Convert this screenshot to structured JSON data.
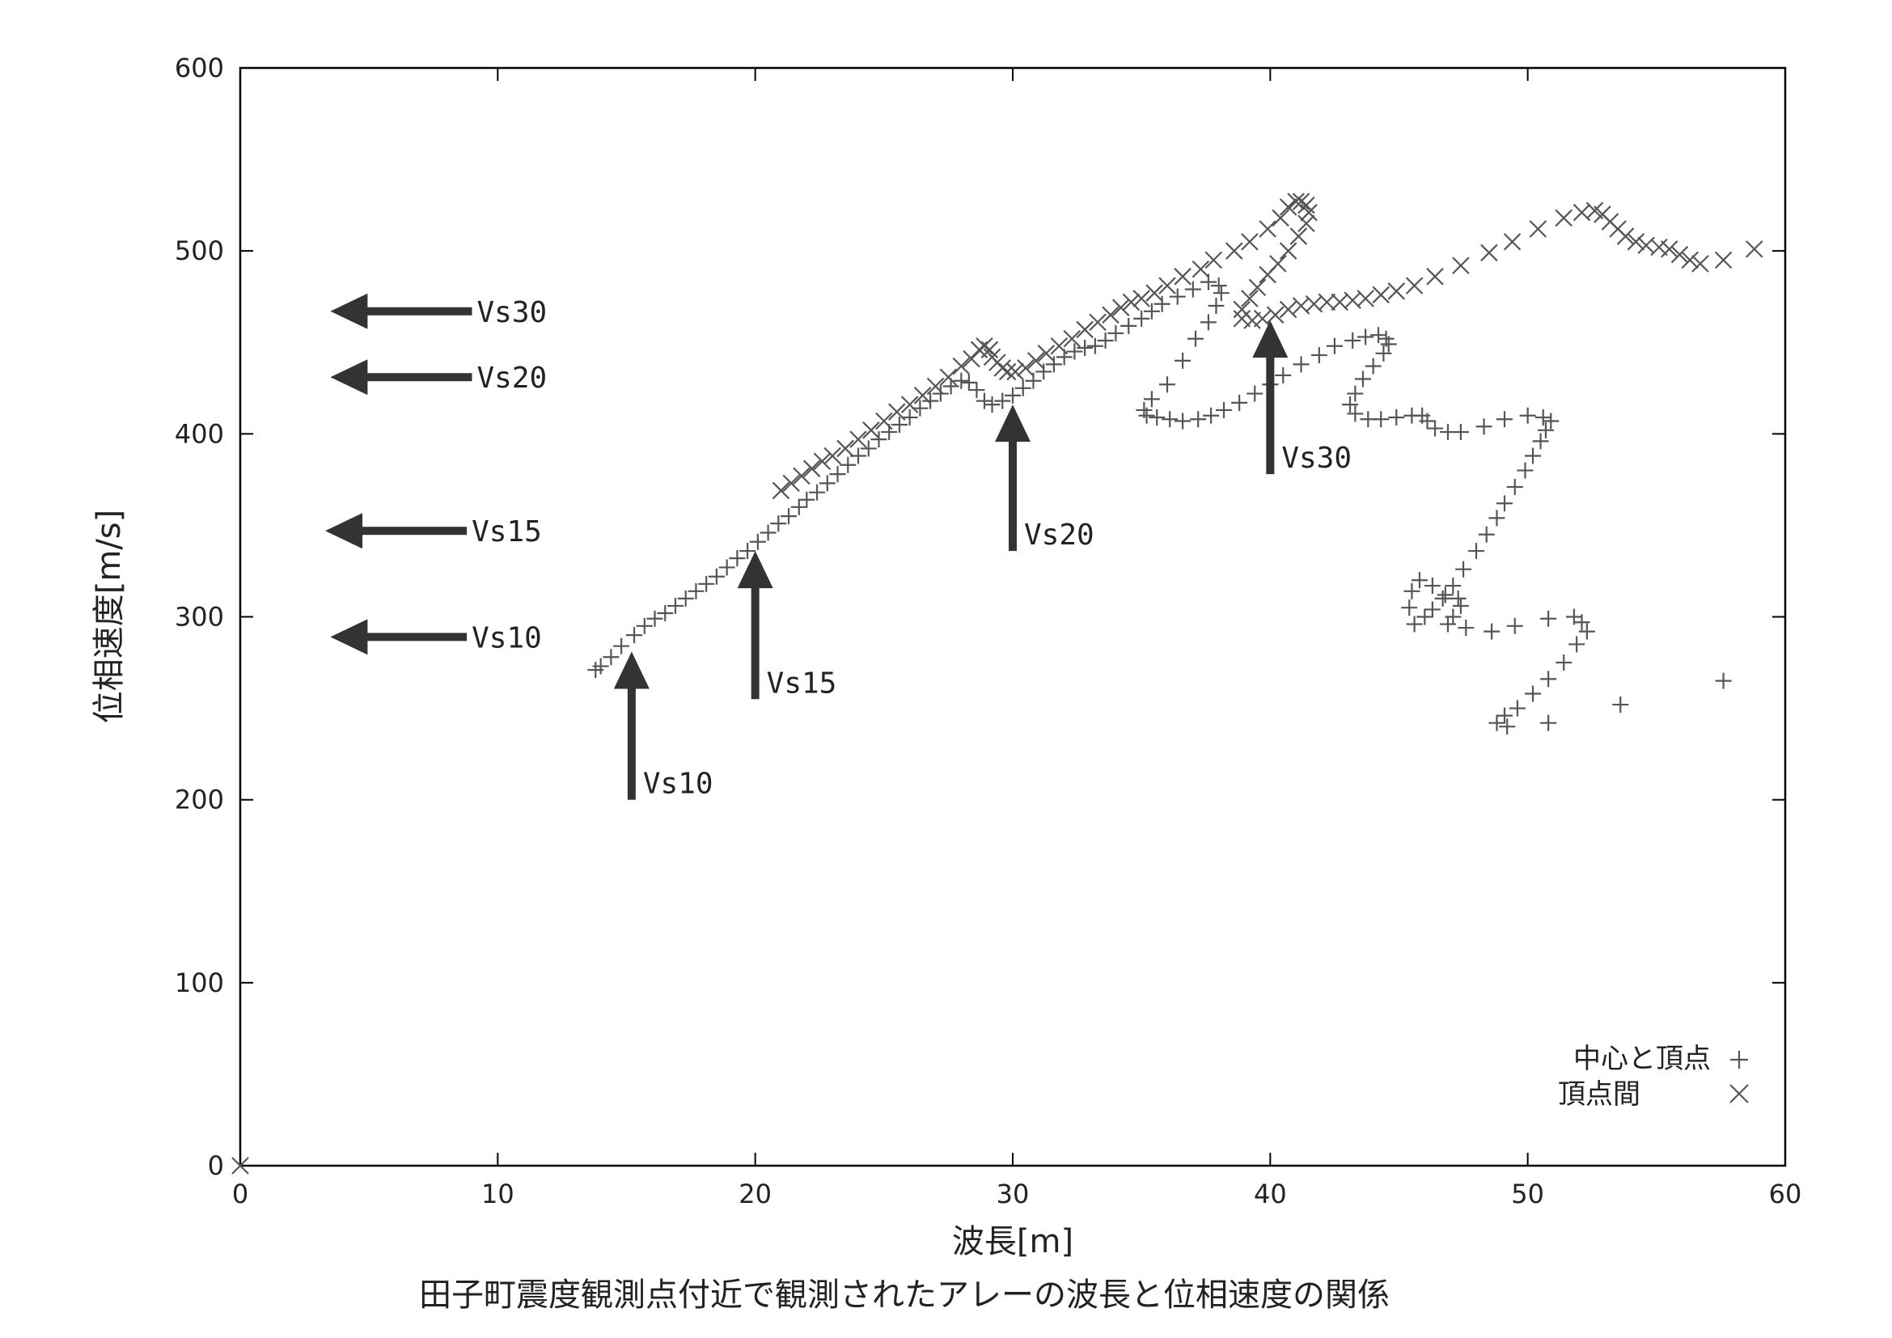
{
  "chart_data": {
    "type": "scatter",
    "title": "",
    "caption": "田子町震度観測点付近で観測されたアレーの波長と位相速度の関係",
    "xlabel": "波長[m]",
    "ylabel": "位相速度[m/s]",
    "xlim": [
      0,
      60
    ],
    "ylim": [
      0,
      600
    ],
    "xticks": [
      0,
      10,
      20,
      30,
      40,
      50,
      60
    ],
    "yticks": [
      0,
      100,
      200,
      300,
      400,
      500,
      600
    ],
    "xtick_labels": [
      "0",
      "10",
      "20",
      "30",
      "40",
      "50",
      "60"
    ],
    "ytick_labels": [
      "0",
      "100",
      "200",
      "300",
      "400",
      "500",
      "600"
    ],
    "grid": false,
    "legend_position": "bottom-right",
    "colors": {
      "axis": "#000000",
      "marker": "#555555",
      "arrow": "#333333"
    },
    "series": [
      {
        "name": "中心と頂点",
        "marker": "plus",
        "points": [
          [
            13.8,
            271
          ],
          [
            14.0,
            273
          ],
          [
            14.4,
            278
          ],
          [
            14.8,
            284
          ],
          [
            15.3,
            290
          ],
          [
            15.7,
            295
          ],
          [
            16.1,
            299
          ],
          [
            16.5,
            302
          ],
          [
            16.9,
            306
          ],
          [
            17.3,
            310
          ],
          [
            17.7,
            314
          ],
          [
            18.1,
            318
          ],
          [
            18.5,
            322
          ],
          [
            18.9,
            327
          ],
          [
            19.3,
            332
          ],
          [
            19.7,
            336
          ],
          [
            20.1,
            341
          ],
          [
            20.5,
            346
          ],
          [
            20.9,
            351
          ],
          [
            21.3,
            355
          ],
          [
            21.7,
            360
          ],
          [
            22.0,
            364
          ],
          [
            22.4,
            368
          ],
          [
            22.8,
            373
          ],
          [
            23.2,
            378
          ],
          [
            23.6,
            383
          ],
          [
            24.0,
            388
          ],
          [
            24.4,
            392
          ],
          [
            24.8,
            397
          ],
          [
            25.2,
            401
          ],
          [
            25.6,
            405
          ],
          [
            26.0,
            409
          ],
          [
            26.4,
            414
          ],
          [
            26.8,
            418
          ],
          [
            27.2,
            422
          ],
          [
            27.6,
            426
          ],
          [
            28.0,
            429
          ],
          [
            28.3,
            428
          ],
          [
            28.6,
            424
          ],
          [
            28.9,
            418
          ],
          [
            29.2,
            416
          ],
          [
            29.6,
            418
          ],
          [
            30.0,
            421
          ],
          [
            30.4,
            425
          ],
          [
            30.8,
            429
          ],
          [
            31.2,
            434
          ],
          [
            31.6,
            438
          ],
          [
            32.0,
            442
          ],
          [
            32.4,
            445
          ],
          [
            32.8,
            447
          ],
          [
            33.2,
            448
          ],
          [
            33.6,
            451
          ],
          [
            34.0,
            455
          ],
          [
            34.5,
            459
          ],
          [
            35.0,
            463
          ],
          [
            35.4,
            467
          ],
          [
            35.8,
            471
          ],
          [
            36.4,
            475
          ],
          [
            37.0,
            479
          ],
          [
            37.6,
            483
          ],
          [
            38.0,
            481
          ],
          [
            38.1,
            477
          ],
          [
            37.9,
            470
          ],
          [
            37.6,
            461
          ],
          [
            37.1,
            452
          ],
          [
            36.6,
            440
          ],
          [
            36.0,
            427
          ],
          [
            35.4,
            419
          ],
          [
            35.1,
            413
          ],
          [
            35.2,
            410
          ],
          [
            35.6,
            409
          ],
          [
            36.1,
            408
          ],
          [
            36.6,
            407
          ],
          [
            37.2,
            408
          ],
          [
            37.7,
            410
          ],
          [
            38.2,
            413
          ],
          [
            38.8,
            417
          ],
          [
            39.4,
            422
          ],
          [
            40.0,
            427
          ],
          [
            40.5,
            432
          ],
          [
            41.2,
            438
          ],
          [
            41.9,
            443
          ],
          [
            42.5,
            448
          ],
          [
            43.2,
            451
          ],
          [
            43.7,
            453
          ],
          [
            44.2,
            454
          ],
          [
            44.5,
            452
          ],
          [
            44.6,
            449
          ],
          [
            44.4,
            444
          ],
          [
            44.0,
            437
          ],
          [
            43.6,
            430
          ],
          [
            43.3,
            422
          ],
          [
            43.1,
            416
          ],
          [
            43.3,
            411
          ],
          [
            43.8,
            408
          ],
          [
            44.3,
            408
          ],
          [
            44.9,
            409
          ],
          [
            45.5,
            410
          ],
          [
            45.9,
            410
          ],
          [
            46.1,
            407
          ],
          [
            46.4,
            403
          ],
          [
            46.9,
            401
          ],
          [
            47.4,
            401
          ],
          [
            48.3,
            404
          ],
          [
            49.1,
            408
          ],
          [
            50.0,
            410
          ],
          [
            50.6,
            409
          ],
          [
            50.9,
            407
          ],
          [
            50.7,
            402
          ],
          [
            50.5,
            396
          ],
          [
            50.2,
            388
          ],
          [
            49.9,
            380
          ],
          [
            49.5,
            371
          ],
          [
            49.1,
            362
          ],
          [
            48.8,
            354
          ],
          [
            48.4,
            345
          ],
          [
            48.0,
            336
          ],
          [
            47.5,
            326
          ],
          [
            47.1,
            317
          ],
          [
            46.7,
            310
          ],
          [
            46.3,
            304
          ],
          [
            46.0,
            300
          ],
          [
            45.6,
            296
          ],
          [
            45.4,
            305
          ],
          [
            45.5,
            314
          ],
          [
            45.8,
            320
          ],
          [
            46.3,
            317
          ],
          [
            46.8,
            312
          ],
          [
            47.3,
            310
          ],
          [
            47.4,
            306
          ],
          [
            47.1,
            300
          ],
          [
            46.9,
            296
          ],
          [
            47.6,
            294
          ],
          [
            48.6,
            292
          ],
          [
            49.5,
            295
          ],
          [
            50.8,
            299
          ],
          [
            51.8,
            300
          ],
          [
            52.1,
            297
          ],
          [
            52.3,
            292
          ],
          [
            51.9,
            285
          ],
          [
            51.4,
            275
          ],
          [
            50.8,
            266
          ],
          [
            50.2,
            258
          ],
          [
            49.6,
            250
          ],
          [
            49.1,
            246
          ],
          [
            48.8,
            242
          ],
          [
            49.2,
            240
          ],
          [
            50.8,
            242
          ],
          [
            53.6,
            252
          ],
          [
            57.6,
            265
          ]
        ]
      },
      {
        "name": "頂点間",
        "marker": "cross",
        "points": [
          [
            0.0,
            0
          ],
          [
            21.0,
            369
          ],
          [
            21.4,
            373
          ],
          [
            21.8,
            377
          ],
          [
            22.2,
            381
          ],
          [
            22.6,
            385
          ],
          [
            23.0,
            388
          ],
          [
            23.5,
            392
          ],
          [
            24.0,
            397
          ],
          [
            24.5,
            402
          ],
          [
            25.0,
            407
          ],
          [
            25.5,
            412
          ],
          [
            26.0,
            416
          ],
          [
            26.5,
            421
          ],
          [
            27.0,
            426
          ],
          [
            27.5,
            431
          ],
          [
            28.0,
            437
          ],
          [
            28.4,
            441
          ],
          [
            28.7,
            446
          ],
          [
            28.9,
            448
          ],
          [
            29.1,
            446
          ],
          [
            29.2,
            442
          ],
          [
            29.4,
            439
          ],
          [
            29.6,
            436
          ],
          [
            29.8,
            434
          ],
          [
            30.1,
            434
          ],
          [
            30.5,
            436
          ],
          [
            30.9,
            440
          ],
          [
            31.3,
            444
          ],
          [
            31.8,
            448
          ],
          [
            32.3,
            452
          ],
          [
            32.8,
            457
          ],
          [
            33.3,
            461
          ],
          [
            33.8,
            465
          ],
          [
            34.2,
            469
          ],
          [
            34.6,
            472
          ],
          [
            35.0,
            474
          ],
          [
            35.5,
            477
          ],
          [
            36.0,
            481
          ],
          [
            36.6,
            486
          ],
          [
            37.3,
            490
          ],
          [
            37.8,
            495
          ],
          [
            38.6,
            500
          ],
          [
            39.2,
            505
          ],
          [
            39.9,
            512
          ],
          [
            40.4,
            518
          ],
          [
            40.7,
            524
          ],
          [
            41.0,
            527
          ],
          [
            41.2,
            527
          ],
          [
            41.4,
            525
          ],
          [
            41.5,
            521
          ],
          [
            41.4,
            515
          ],
          [
            41.1,
            508
          ],
          [
            40.7,
            500
          ],
          [
            40.3,
            493
          ],
          [
            39.9,
            487
          ],
          [
            39.5,
            480
          ],
          [
            39.2,
            474
          ],
          [
            38.9,
            468
          ],
          [
            38.9,
            463
          ],
          [
            39.3,
            462
          ],
          [
            39.7,
            463
          ],
          [
            40.2,
            465
          ],
          [
            40.7,
            468
          ],
          [
            41.2,
            470
          ],
          [
            41.7,
            471
          ],
          [
            42.2,
            472
          ],
          [
            42.7,
            472
          ],
          [
            43.2,
            473
          ],
          [
            43.7,
            474
          ],
          [
            44.3,
            476
          ],
          [
            44.9,
            478
          ],
          [
            45.6,
            481
          ],
          [
            46.4,
            486
          ],
          [
            47.4,
            492
          ],
          [
            48.5,
            499
          ],
          [
            49.4,
            505
          ],
          [
            50.4,
            512
          ],
          [
            51.4,
            518
          ],
          [
            52.1,
            521
          ],
          [
            52.6,
            522
          ],
          [
            52.9,
            520
          ],
          [
            53.2,
            516
          ],
          [
            53.5,
            512
          ],
          [
            53.8,
            508
          ],
          [
            54.2,
            505
          ],
          [
            54.6,
            503
          ],
          [
            55.1,
            502
          ],
          [
            55.5,
            501
          ],
          [
            55.9,
            498
          ],
          [
            56.3,
            495
          ],
          [
            56.7,
            493
          ],
          [
            57.6,
            495
          ],
          [
            58.8,
            501
          ]
        ]
      }
    ],
    "annotations": [
      {
        "label": "Vs10",
        "direction": "down-from-below",
        "x": 15.2,
        "y_tip": 281,
        "y_tail": 200
      },
      {
        "label": "Vs15",
        "direction": "down-from-below",
        "x": 20.0,
        "y_tip": 336,
        "y_tail": 255
      },
      {
        "label": "Vs20",
        "direction": "down-from-below",
        "x": 30.0,
        "y_tip": 416,
        "y_tail": 336
      },
      {
        "label": "Vs30",
        "direction": "down-from-below",
        "x": 40.0,
        "y_tip": 462,
        "y_tail": 378
      },
      {
        "label": "Vs30",
        "direction": "left",
        "y": 467,
        "x_tip": 3.5,
        "x_tail": 9.0
      },
      {
        "label": "Vs20",
        "direction": "left",
        "y": 431,
        "x_tip": 3.5,
        "x_tail": 9.0
      },
      {
        "label": "Vs15",
        "direction": "left",
        "y": 347,
        "x_tip": 3.3,
        "x_tail": 8.8
      },
      {
        "label": "Vs10",
        "direction": "left",
        "y": 289,
        "x_tip": 3.5,
        "x_tail": 8.8
      }
    ]
  }
}
